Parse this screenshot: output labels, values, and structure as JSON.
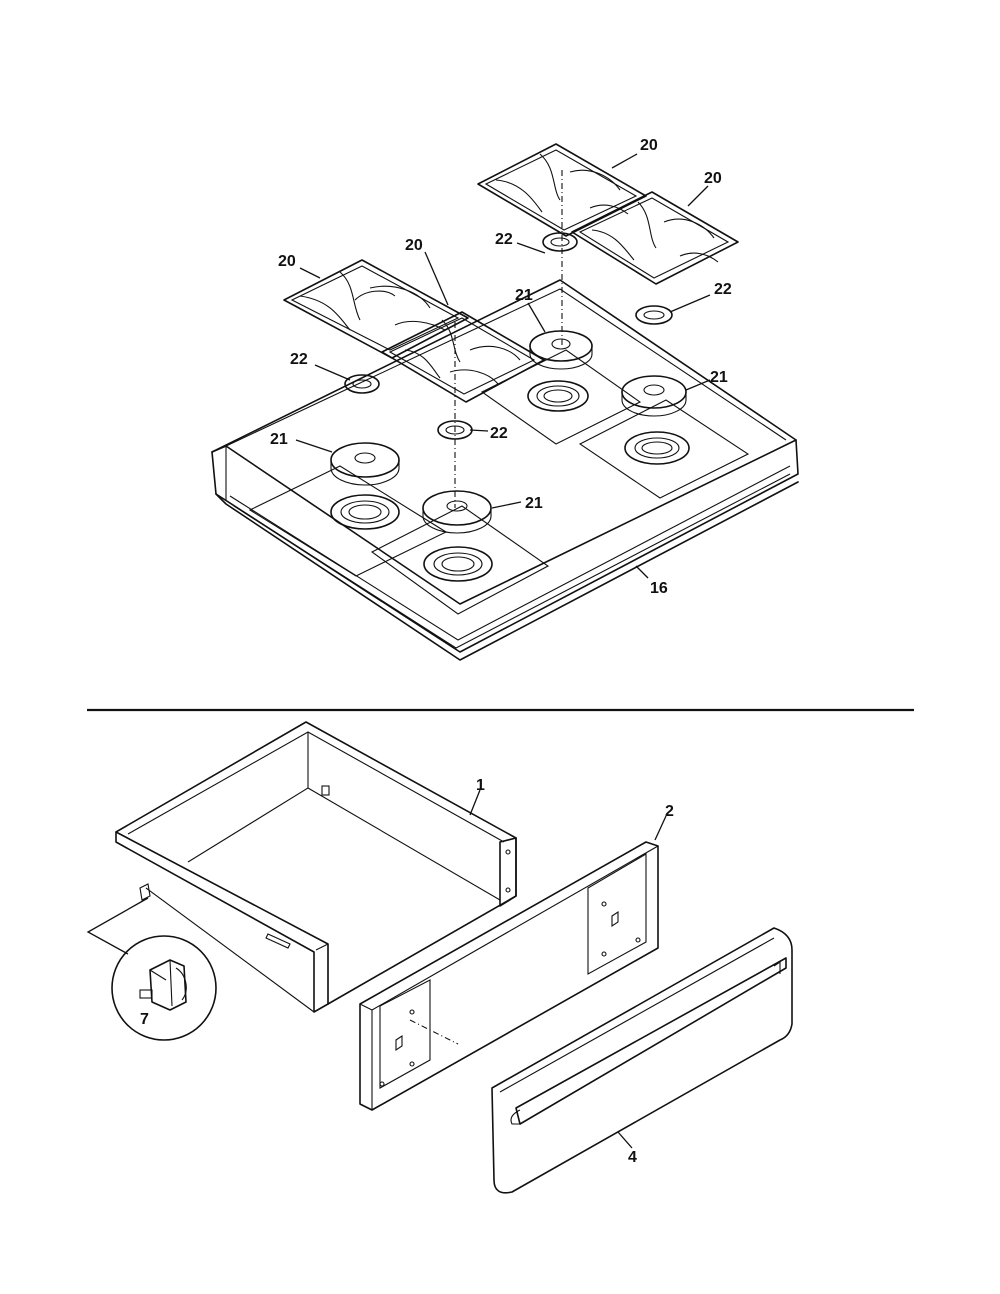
{
  "diagram": {
    "labels": {
      "grate_top_left": "20",
      "grate_top_center": "20",
      "grate_back_left": "20",
      "grate_back_right": "20",
      "cap_back": "21",
      "cap_right": "21",
      "cap_left": "21",
      "cap_front": "21",
      "ring_back": "22",
      "ring_right": "22",
      "ring_left": "22",
      "ring_front": "22",
      "cooktop": "16",
      "drawer_body": "1",
      "drawer_support": "2",
      "drawer_front": "4",
      "slide_detail": "7"
    }
  }
}
